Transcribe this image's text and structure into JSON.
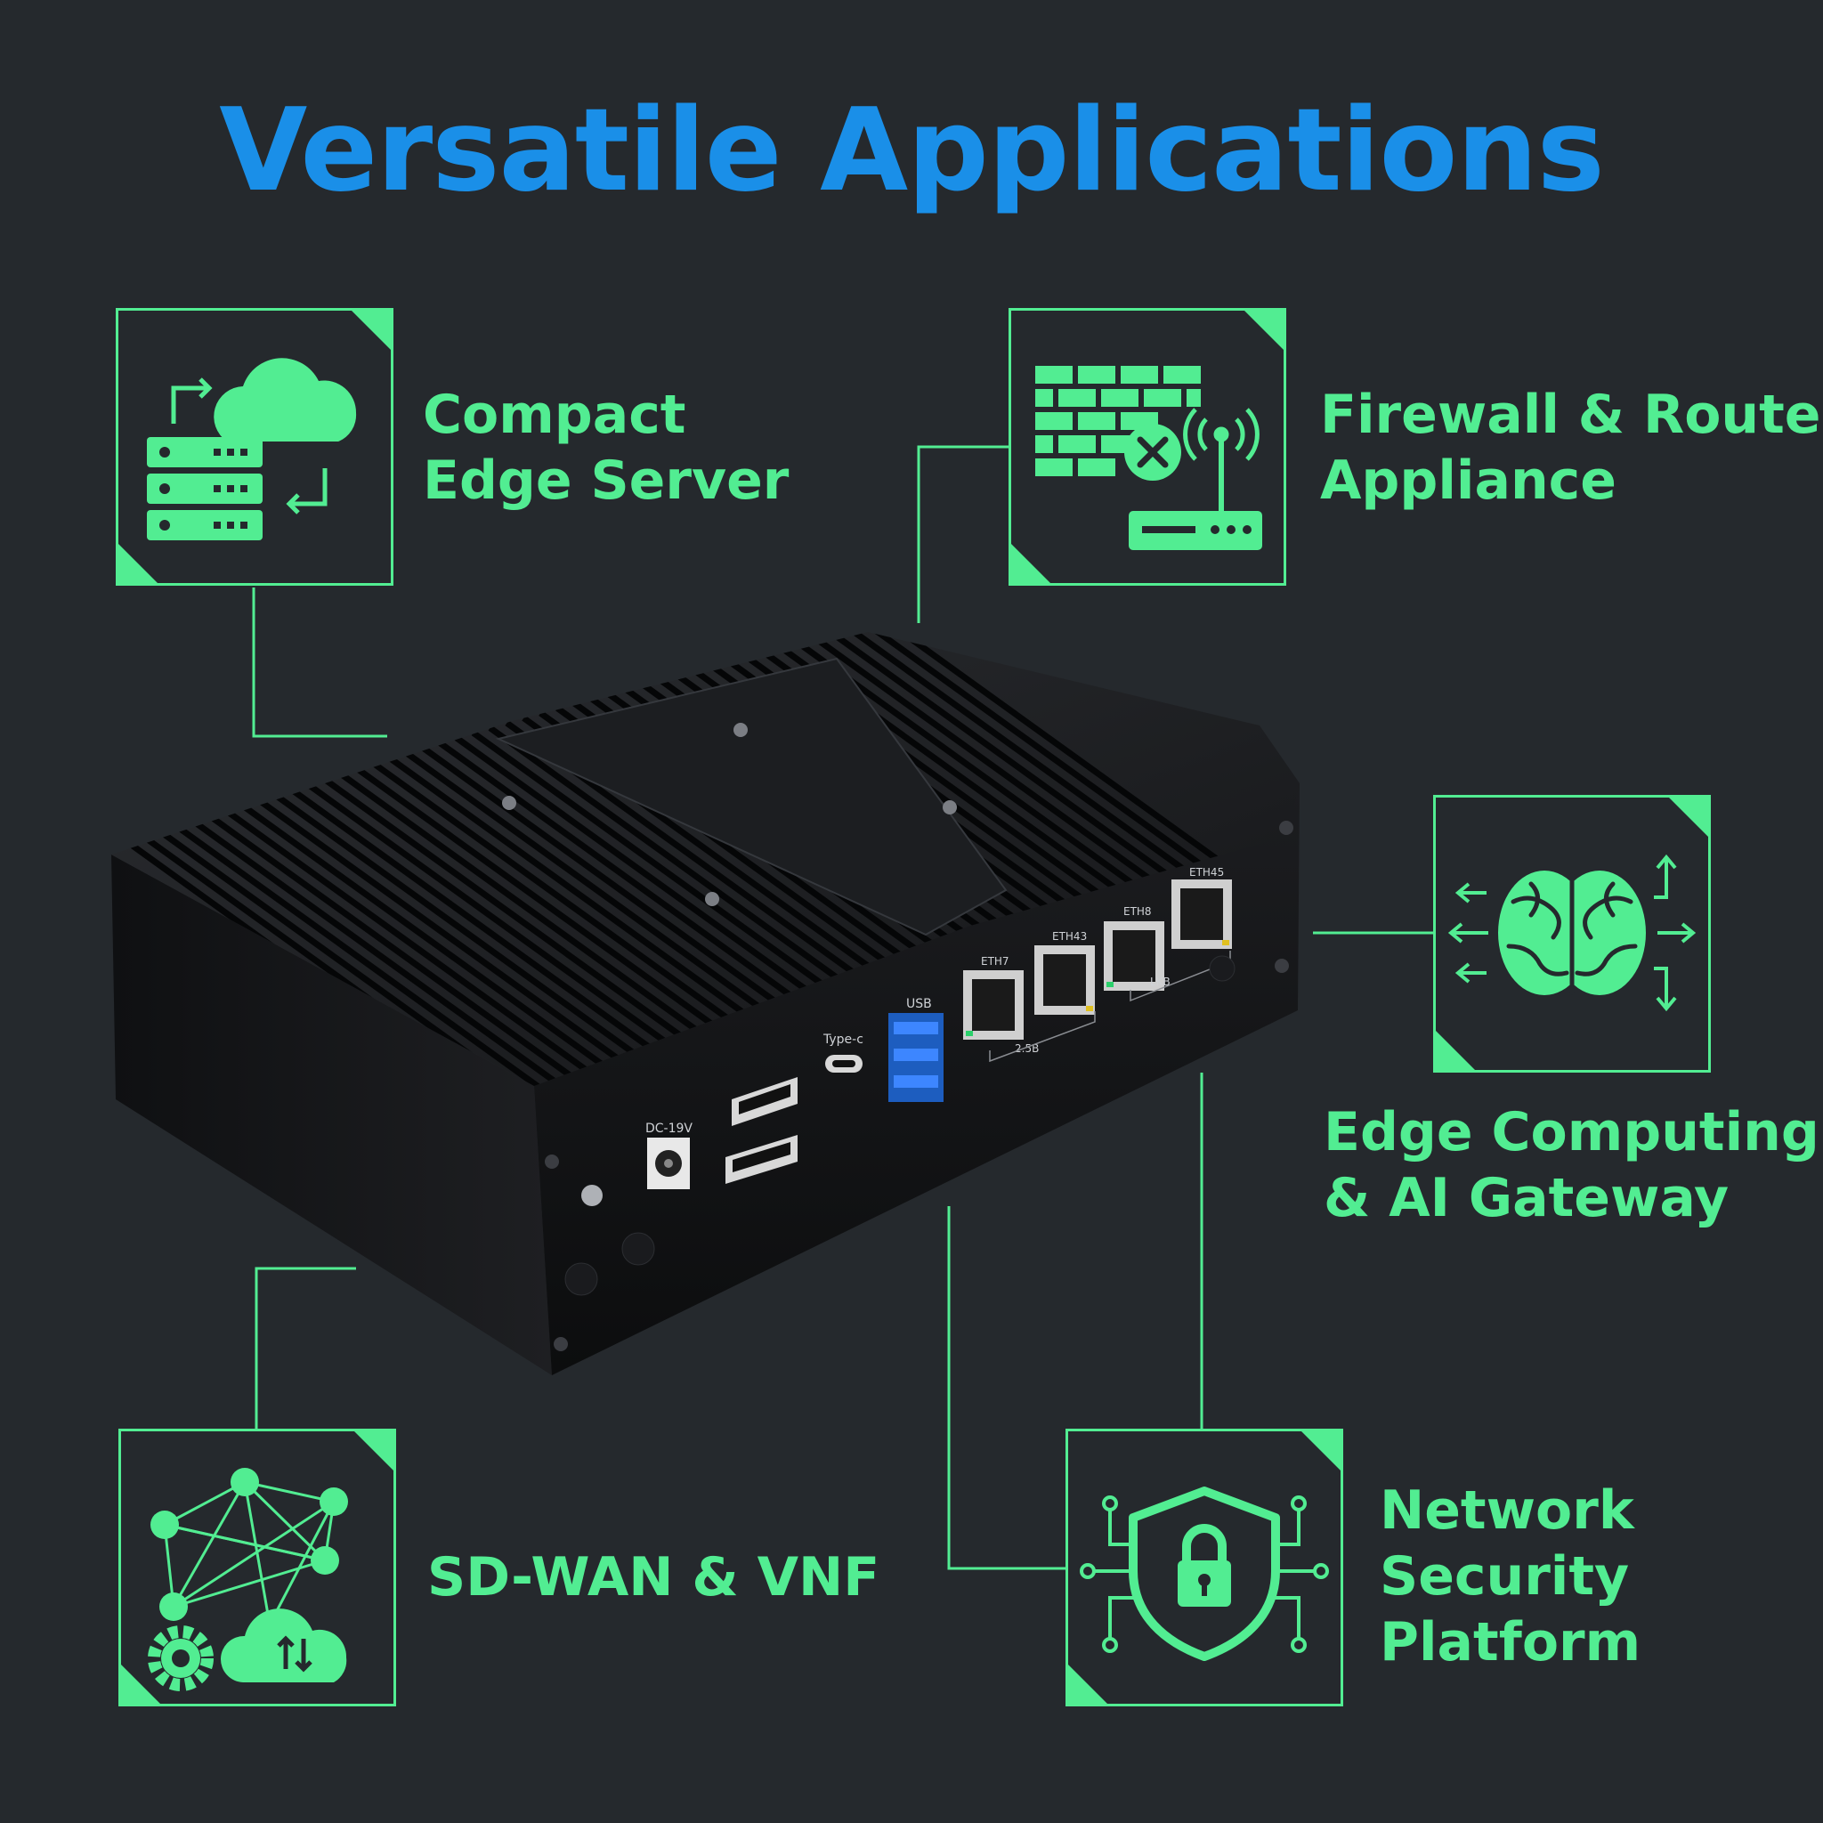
{
  "title": "Versatile Applications",
  "colors": {
    "accent_green": "#52ed92",
    "title_blue": "#1a8fe8",
    "background": "#25292d",
    "device_body": "#121315"
  },
  "features": [
    {
      "id": "edge-server",
      "icon": "server-cloud-sync-icon",
      "lines": [
        "Compact",
        "Edge Server"
      ]
    },
    {
      "id": "firewall-router",
      "icon": "firewall-router-icon",
      "lines": [
        "Firewall & Router",
        "Appliance"
      ]
    },
    {
      "id": "edge-ai",
      "icon": "brain-network-icon",
      "lines": [
        "Edge Computing",
        "& AI Gateway"
      ]
    },
    {
      "id": "sdwan",
      "icon": "network-mesh-cloud-icon",
      "lines": [
        "SD-WAN & VNF"
      ]
    },
    {
      "id": "security",
      "icon": "shield-lock-circuit-icon",
      "lines": [
        "Network",
        "Security",
        "Platform"
      ]
    }
  ],
  "device": {
    "ports": {
      "power": "DC-19V",
      "typec": "Type-c",
      "usb": "USB",
      "eth": [
        "ETH7",
        "ETH43",
        "ETH8",
        "ETH45"
      ],
      "group_a": "2.5B",
      "group_b": "LKB"
    }
  }
}
